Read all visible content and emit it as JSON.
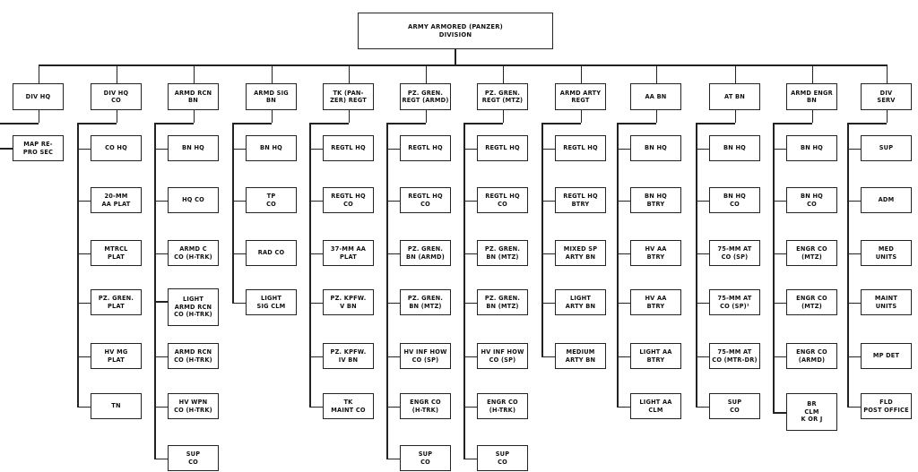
{
  "title": "ARMY ARMORED (PANZER)\nDIVISION",
  "columns": [
    {
      "label": "DIV HQ",
      "children": [
        "MAP RE-\nPRO SEC"
      ]
    },
    {
      "label": "DIV HQ\nCO",
      "children": [
        "CO HQ",
        "20-MM\nAA PLAT",
        "MTRCL\nPLAT",
        "PZ. GREN.\nPLAT",
        "HV MG\nPLAT",
        "TN"
      ]
    },
    {
      "label": "ARMD RCN\nBN",
      "children": [
        "BN HQ",
        "HQ CO",
        "ARMD C\nCO (H-TRK)",
        "LIGHT\nARMD RCN\nCO (H-TRK)",
        "ARMD RCN\nCO (H-TRK)",
        "HV WPN\nCO (H-TRK)",
        "SUP\nCO"
      ]
    },
    {
      "label": "ARMD SIG\nBN",
      "children": [
        "BN HQ",
        "TP\nCO",
        "RAD CO",
        "LIGHT\nSIG CLM"
      ]
    },
    {
      "label": "TK (PAN-\nZER) REGT",
      "children": [
        "REGTL HQ",
        "REGTL HQ\nCO",
        "37-MM AA\nPLAT",
        "PZ. KPFW.\nV BN",
        "PZ. KPFW.\nIV BN",
        "TK\nMAINT CO"
      ]
    },
    {
      "label": "PZ. GREN.\nREGT (ARMD)",
      "children": [
        "REGTL HQ",
        "REGTL HQ\nCO",
        "PZ. GREN.\nBN (ARMD)",
        "PZ. GREN.\nBN (MTZ)",
        "HV INF HOW\nCO (SP)",
        "ENGR CO\n(H-TRK)",
        "SUP\nCO"
      ]
    },
    {
      "label": "PZ. GREN.\nREGT (MTZ)",
      "children": [
        "REGTL HQ",
        "REGTL HQ\nCO",
        "PZ. GREN.\nBN (MTZ)",
        "PZ. GREN.\nBN (MTZ)",
        "HV INF HOW\nCO (SP)",
        "ENGR CO\n(H-TRK)",
        "SUP\nCO"
      ]
    },
    {
      "label": "ARMD ARTY\nREGT",
      "children": [
        "REGTL HQ",
        "REGTL HQ\nBTRY",
        "MIXED SP\nARTY BN",
        "LIGHT\nARTY BN",
        "MEDIUM\nARTY BN"
      ]
    },
    {
      "label": "AA BN",
      "children": [
        "BN HQ",
        "BN HQ\nBTRY",
        "HV AA\nBTRY",
        "HV AA\nBTRY",
        "LIGHT AA\nBTRY",
        "LIGHT AA\nCLM"
      ]
    },
    {
      "label": "AT BN",
      "children": [
        "BN HQ",
        "BN HQ\nCO",
        "75-MM AT\nCO (SP)",
        "75-MM AT\nCO (SP)¹",
        "75-MM AT\nCO (MTR-DR)",
        "SUP\nCO"
      ]
    },
    {
      "label": "ARMD ENGR\nBN",
      "children": [
        "BN HQ",
        "BN HQ\nCO",
        "ENGR CO\n(MTZ)",
        "ENGR CO\n(MTZ)",
        "ENGR CO\n(ARMD)",
        "BR\nCLM\nK OR J"
      ]
    },
    {
      "label": "DIV\nSERV",
      "children": [
        "SUP",
        "ADM",
        "MED\nUNITS",
        "MAINT\nUNITS",
        "MP DET",
        "FLD\nPOST OFFICE"
      ]
    }
  ]
}
